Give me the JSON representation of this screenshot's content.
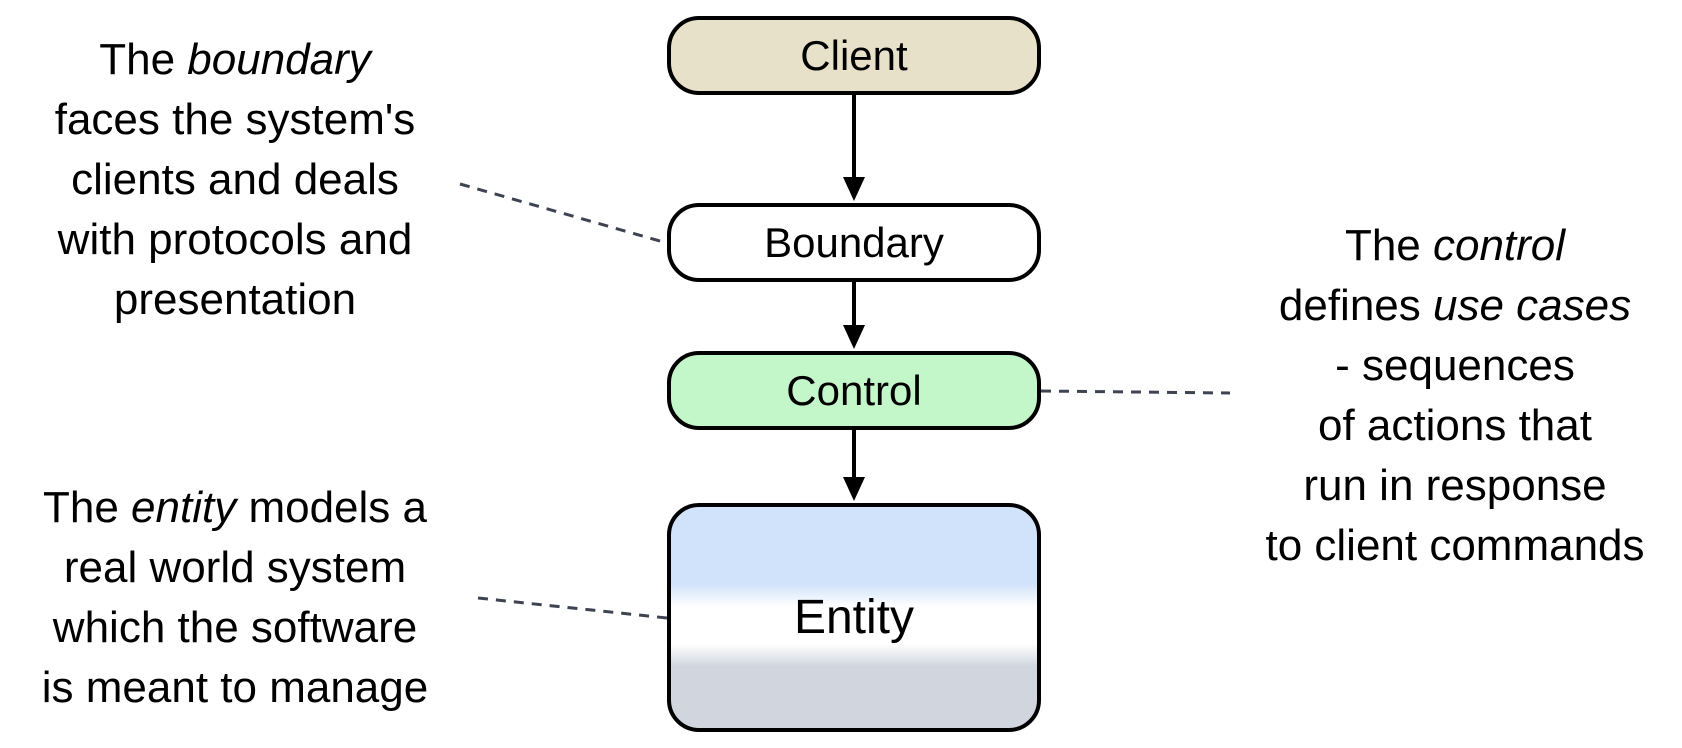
{
  "nodes": {
    "client": "Client",
    "boundary": "Boundary",
    "control": "Control",
    "entity": "Entity"
  },
  "annotations": {
    "boundary": {
      "lines": [
        {
          "parts": [
            {
              "text": "The "
            },
            {
              "text": "boundary",
              "italic": true
            }
          ]
        },
        {
          "parts": [
            {
              "text": "faces the system's"
            }
          ]
        },
        {
          "parts": [
            {
              "text": "clients and deals"
            }
          ]
        },
        {
          "parts": [
            {
              "text": "with protocols and"
            }
          ]
        },
        {
          "parts": [
            {
              "text": "presentation"
            }
          ]
        }
      ]
    },
    "control": {
      "lines": [
        {
          "parts": [
            {
              "text": "The "
            },
            {
              "text": "control",
              "italic": true
            }
          ]
        },
        {
          "parts": [
            {
              "text": "defines "
            },
            {
              "text": "use cases",
              "italic": true
            }
          ]
        },
        {
          "parts": [
            {
              "text": "- sequences"
            }
          ]
        },
        {
          "parts": [
            {
              "text": "of actions that"
            }
          ]
        },
        {
          "parts": [
            {
              "text": "run in response"
            }
          ]
        },
        {
          "parts": [
            {
              "text": "to client commands"
            }
          ]
        }
      ]
    },
    "entity": {
      "lines": [
        {
          "parts": [
            {
              "text": "The "
            },
            {
              "text": "entity",
              "italic": true
            },
            {
              "text": " models a"
            }
          ]
        },
        {
          "parts": [
            {
              "text": "real world system"
            }
          ]
        },
        {
          "parts": [
            {
              "text": "which the software"
            }
          ]
        },
        {
          "parts": [
            {
              "text": "is meant to manage"
            }
          ]
        }
      ]
    }
  },
  "colors": {
    "client": "#e8e1c9",
    "boundary": "#ffffff",
    "control": "#c3f6c9",
    "entity_top": "#d1e3fb",
    "entity_bottom": "#d1d6de",
    "connector": "#3d4350"
  }
}
